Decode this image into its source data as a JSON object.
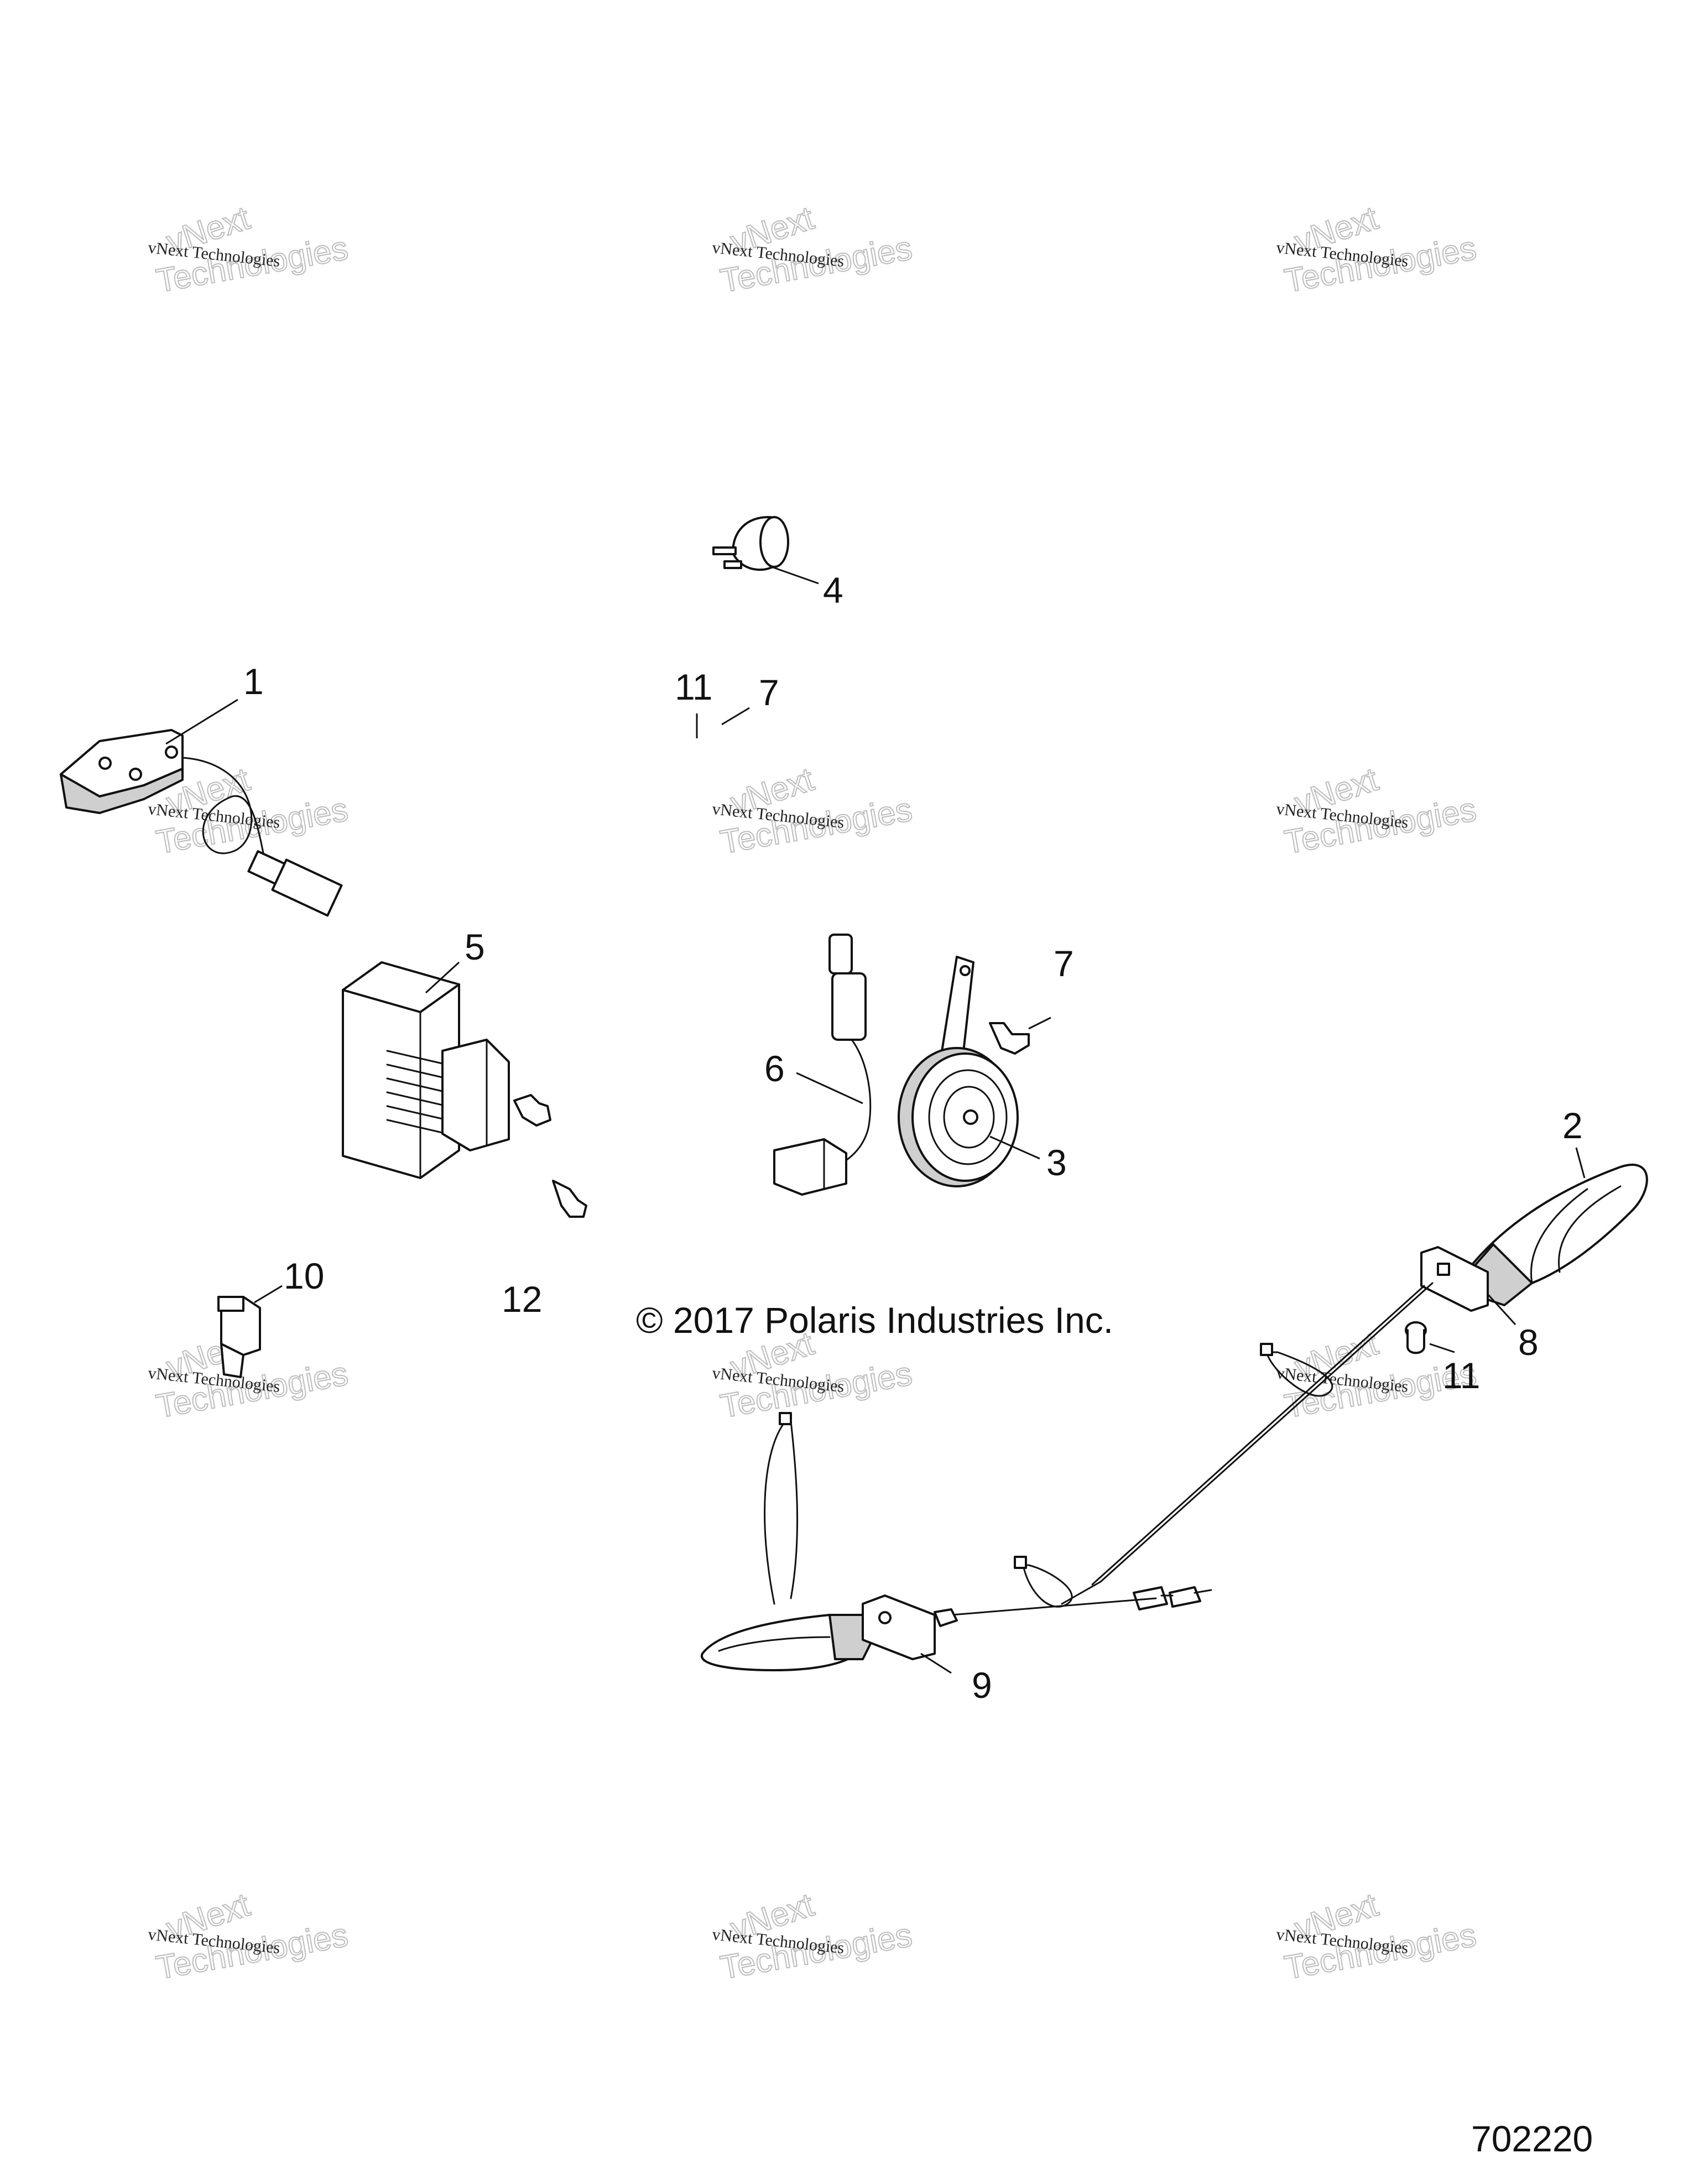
{
  "diagram": {
    "copyright": "© 2017 Polaris Industries Inc.",
    "figure_id": "702220",
    "callouts": {
      "c1": "1",
      "c2": "2",
      "c3": "3",
      "c4": "4",
      "c5": "5",
      "c6": "6",
      "c7a": "7",
      "c7b": "7",
      "c8": "8",
      "c9": "9",
      "c10": "10",
      "c11a": "11",
      "c11b": "11",
      "c12": "12"
    }
  },
  "watermark": {
    "small_text": "vNext Technologies",
    "big_line_1": "vNext",
    "big_line_2": "Technologies"
  }
}
